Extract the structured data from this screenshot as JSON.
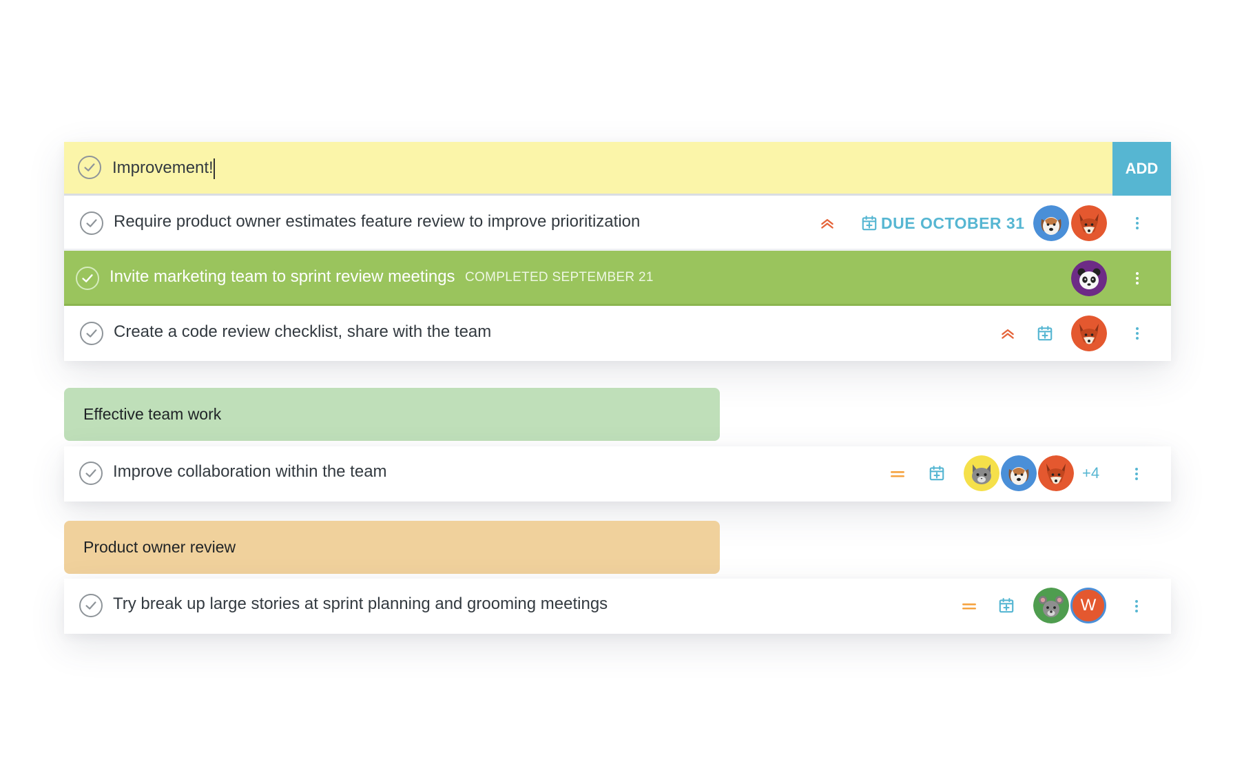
{
  "colors": {
    "accent_blue": "#56b6d2",
    "priority_high": "#e5663c",
    "priority_medium": "#f5a23f",
    "completed_green": "#9ac45d",
    "input_yellow": "#fbf5a9",
    "group_green": "#bfdfb9",
    "group_orange": "#f0d19c"
  },
  "new_task": {
    "value": "Improvement!",
    "add_label": "ADD"
  },
  "tasks": [
    {
      "title": "Require product owner estimates feature review to improve prioritization",
      "priority": "high",
      "due_label": "DUE OCTOBER 31",
      "avatars": [
        "dog-avatar",
        "fox-avatar"
      ]
    },
    {
      "title": "Invite marketing team to sprint review meetings",
      "completed_label": "COMPLETED SEPTEMBER 21",
      "avatars": [
        "panda-avatar"
      ]
    },
    {
      "title": "Create a code review checklist, share with the team",
      "priority": "high",
      "avatars": [
        "fox-avatar"
      ]
    }
  ],
  "groups": [
    {
      "title": "Effective team work",
      "tasks": [
        {
          "title": "Improve collaboration within the team",
          "priority": "medium",
          "avatars": [
            "cat-avatar",
            "dog-avatar",
            "fox-avatar"
          ],
          "extra_count": "+4"
        }
      ]
    },
    {
      "title": "Product owner review",
      "tasks": [
        {
          "title": "Try break up large stories at sprint planning and grooming meetings",
          "priority": "medium",
          "avatars": [
            "mouse-avatar"
          ],
          "letter_avatar": "W"
        }
      ]
    }
  ]
}
